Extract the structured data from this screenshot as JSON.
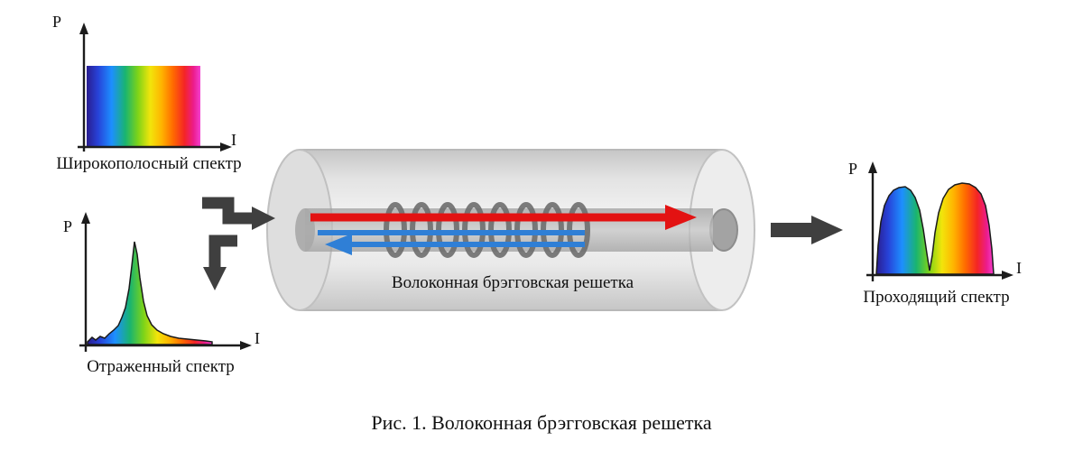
{
  "plots": {
    "broadband": {
      "p": "P",
      "i": "I",
      "label": "Широкополосный спектр"
    },
    "reflected": {
      "p": "P",
      "i": "I",
      "label": "Отраженный спектр"
    },
    "transmitted": {
      "p": "P",
      "i": "I",
      "label": "Проходящий спектр"
    }
  },
  "fiber": {
    "label": "Волоконная брэгговская решетка"
  },
  "caption": "Рис. 1. Волоконная брэгговская решетка",
  "colors": {
    "red_arrow": "#e31212",
    "blue_arrow": "#2f7fd6",
    "dark_arrow": "#3f3f3f",
    "axis": "#1c1c1c",
    "fiber_body": "#e6e6e6",
    "grating_ring": "#6e6e6e",
    "spectrum_gradient": [
      "#2a1d8f",
      "#2742d8",
      "#1d8fff",
      "#19b470",
      "#7dd318",
      "#f2e50b",
      "#ffb300",
      "#ff6a00",
      "#f42525",
      "#ec1c8c",
      "#f43fd0"
    ]
  }
}
